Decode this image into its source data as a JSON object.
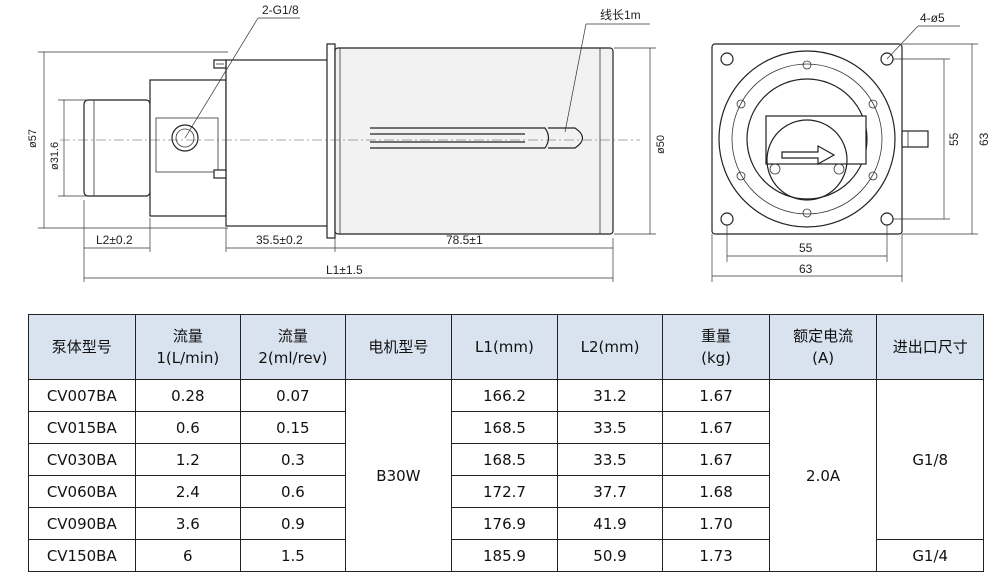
{
  "drawing": {
    "labels": {
      "port": "2-G1/8",
      "cable": "线长1m",
      "holes": "4-ø5",
      "d57": "ø57",
      "d316": "ø31.6",
      "d50": "ø50",
      "l2": "L2±0.2",
      "a355": "35.5±0.2",
      "b785": "78.5±1",
      "l1": "L1±1.5",
      "s55v": "55",
      "s63v": "63",
      "s55h": "55",
      "s63h": "63"
    }
  },
  "table": {
    "headers": [
      [
        "泵体型号"
      ],
      [
        "流量",
        "1(L/min)"
      ],
      [
        "流量",
        "2(ml/rev)"
      ],
      [
        "电机型号"
      ],
      [
        "L1(mm)"
      ],
      [
        "L2(mm)"
      ],
      [
        "重量",
        "(kg)"
      ],
      [
        "额定电流",
        "(A)"
      ],
      [
        "进出口尺寸"
      ]
    ],
    "rows": [
      {
        "model": "CV007BA",
        "flow1": "0.28",
        "flow2": "0.07",
        "l1": "166.2",
        "l2": "31.2",
        "weight": "1.67"
      },
      {
        "model": "CV015BA",
        "flow1": "0.6",
        "flow2": "0.15",
        "l1": "168.5",
        "l2": "33.5",
        "weight": "1.67"
      },
      {
        "model": "CV030BA",
        "flow1": "1.2",
        "flow2": "0.3",
        "l1": "168.5",
        "l2": "33.5",
        "weight": "1.67"
      },
      {
        "model": "CV060BA",
        "flow1": "2.4",
        "flow2": "0.6",
        "l1": "172.7",
        "l2": "37.7",
        "weight": "1.68"
      },
      {
        "model": "CV090BA",
        "flow1": "3.6",
        "flow2": "0.9",
        "l1": "176.9",
        "l2": "41.9",
        "weight": "1.70"
      },
      {
        "model": "CV150BA",
        "flow1": "6",
        "flow2": "1.5",
        "l1": "185.9",
        "l2": "50.9",
        "weight": "1.73"
      }
    ],
    "motor": "B30W",
    "current": "2.0A",
    "port_a": "G1/8",
    "port_b": "G1/4"
  }
}
